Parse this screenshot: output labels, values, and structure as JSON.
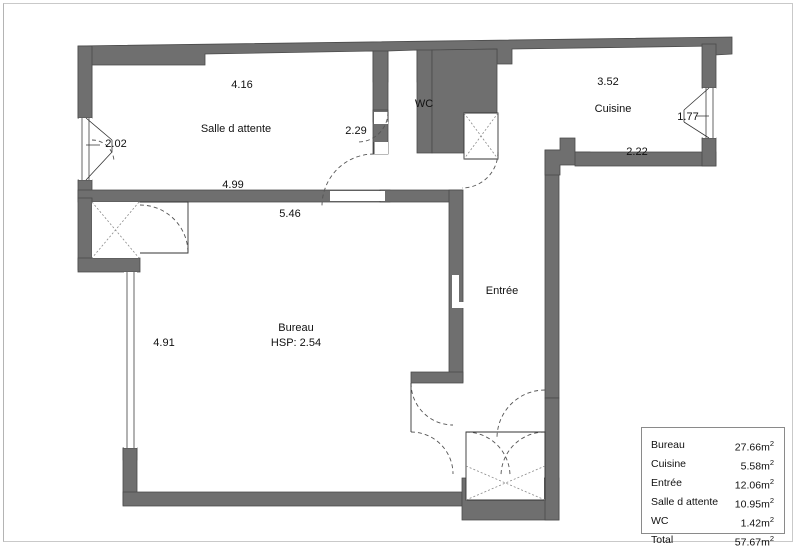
{
  "document": {
    "type": "architectural-floor-plan",
    "language": "fr"
  },
  "rooms": [
    {
      "id": "salle-attente",
      "label": "Salle d attente"
    },
    {
      "id": "wc",
      "label": "WC"
    },
    {
      "id": "cuisine",
      "label": "Cuisine"
    },
    {
      "id": "bureau",
      "label": "Bureau"
    },
    {
      "id": "bureau-hsp",
      "label": "HSP: 2.54"
    },
    {
      "id": "entree",
      "label": "Entrée"
    }
  ],
  "labels": {
    "salle_attente": "Salle d attente",
    "wc": "WC",
    "cuisine": "Cuisine",
    "bureau": "Bureau",
    "bureau_hsp": "HSP: 2.54",
    "entree": "Entrée"
  },
  "dimensions": {
    "salle_attente_top": "4.16",
    "salle_attente_left_window": "2.02",
    "salle_attente_bottom": "4.99",
    "corridor_width": "2.29",
    "bureau_top": "5.46",
    "bureau_left": "4.91",
    "cuisine_top": "3.52",
    "cuisine_right_window": "1.77",
    "cuisine_bottom": "2.22"
  },
  "area_legend": {
    "rows": [
      {
        "name": "Bureau",
        "area": "27.66",
        "unit": "m",
        "exp": "2"
      },
      {
        "name": "Cuisine",
        "area": "5.58",
        "unit": "m",
        "exp": "2"
      },
      {
        "name": "Entrée",
        "area": "12.06",
        "unit": "m",
        "exp": "2"
      },
      {
        "name": "Salle d attente",
        "area": "10.95",
        "unit": "m",
        "exp": "2"
      },
      {
        "name": "WC",
        "area": "1.42",
        "unit": "m",
        "exp": "2"
      },
      {
        "name": "Total",
        "area": "57.67",
        "unit": "m",
        "exp": "2"
      }
    ]
  },
  "colors": {
    "wall_fill": "#6f6f6f",
    "wall_stroke": "#4a4a4a",
    "interior": "#ffffff",
    "text": "#111111",
    "legend_border": "#8a8a8a",
    "page_frame": "#c9c9c9",
    "door_swing": "#555555"
  }
}
